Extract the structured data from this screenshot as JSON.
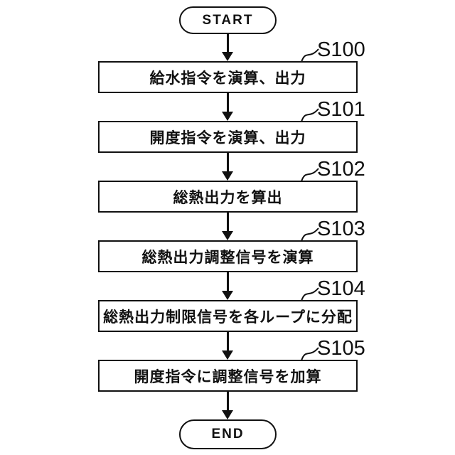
{
  "flowchart": {
    "start_label": "START",
    "end_label": "END",
    "steps": [
      {
        "id": "S100",
        "text": "給水指令を演算、出力"
      },
      {
        "id": "S101",
        "text": "開度指令を演算、出力"
      },
      {
        "id": "S102",
        "text": "総熱出力を算出"
      },
      {
        "id": "S103",
        "text": "総熱出力調整信号を演算"
      },
      {
        "id": "S104",
        "text": "総熱出力制限信号を各ループに分配"
      },
      {
        "id": "S105",
        "text": "開度指令に調整信号を加算"
      }
    ],
    "colors": {
      "line": "#111111",
      "background": "#ffffff"
    }
  }
}
